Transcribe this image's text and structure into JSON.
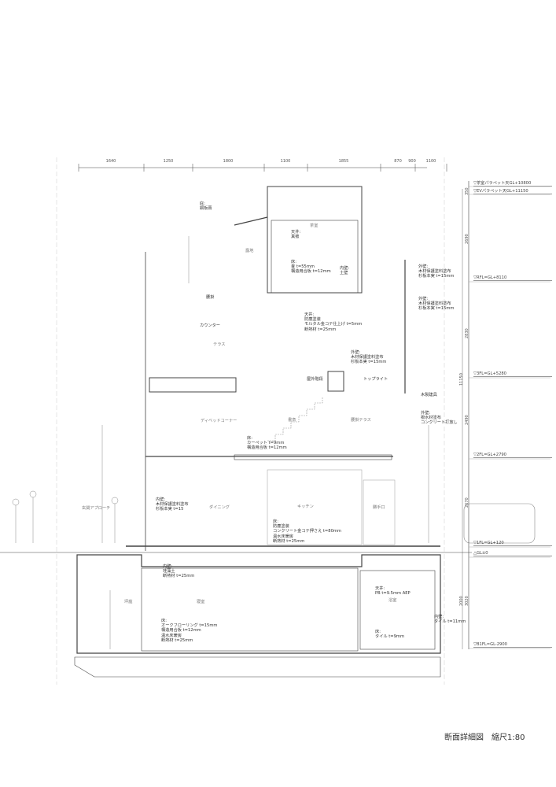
{
  "title": "断面詳細図　縮尺1:80",
  "top_dimensions": [
    "1640",
    "1250",
    "1800",
    "1100",
    "1855",
    "870",
    "1100",
    "900"
  ],
  "levels": [
    "▽茶室パラペット天GL+10800",
    "▽EVパラペット天GL+11150",
    "▽RFL=GL+8110",
    "▽3FL=GL+5280",
    "▽2FL=GL+2790",
    "▽1FL=GL+120",
    "△GL±0",
    "▽B1FL=GL-2900"
  ],
  "vertical_dimensions": [
    "350",
    "2690",
    "2830",
    "2490",
    "2670",
    "2000",
    "3020",
    "11150"
  ],
  "rooms": [
    "茶室",
    "露地",
    "テラス",
    "書斎",
    "ディベッドコーナー",
    "腰掛テラス",
    "玄関アプローチ",
    "ダイニング",
    "キッチン",
    "勝手口",
    "坪庭",
    "寝室",
    "浴室"
  ],
  "notes": [
    "庇:\n銅板葺",
    "天井:\n真菰",
    "床:\n畳 t=55mm\n構造用合板 t=12mm",
    "内壁:\n土壁",
    "腰掛",
    "カウンター",
    "天井:\n防塵塗装\nモルタル金コテ仕上げ t=5mm\n断熱材 t=25mm",
    "外壁:\n木材保護塗料塗布\n杉板本実 t=15mm",
    "外壁:\n木材保護塗料塗布\n杉板本実 t=15mm",
    "外壁:\n木材保護塗料塗布\n杉板本実 t=15mm",
    "屋外階段",
    "トップライト",
    "木製建具",
    "外壁:\n撥水材塗布\nコンクリート打放し",
    "床:\nカーペット t=9mm\n構造用合板 t=12mm",
    "内壁:\n木材保護塗料塗布\n杉板本実 t=15",
    "床:\n防塵塗装\nコンクリート金コテ押さえ t=80mm\n温水床暖房\n断熱材 t=25mm",
    "内壁:\n珪藻土\n断熱材 t=25mm",
    "床:\nオークフローリング t=15mm\n構造用合板 t=12mm\n温水床暖房\n断熱材 t=25mm",
    "天井:\nPB t=9.5mm AEP",
    "床:\nタイル t=9mm",
    "内壁:\nタイル t=11mm"
  ]
}
